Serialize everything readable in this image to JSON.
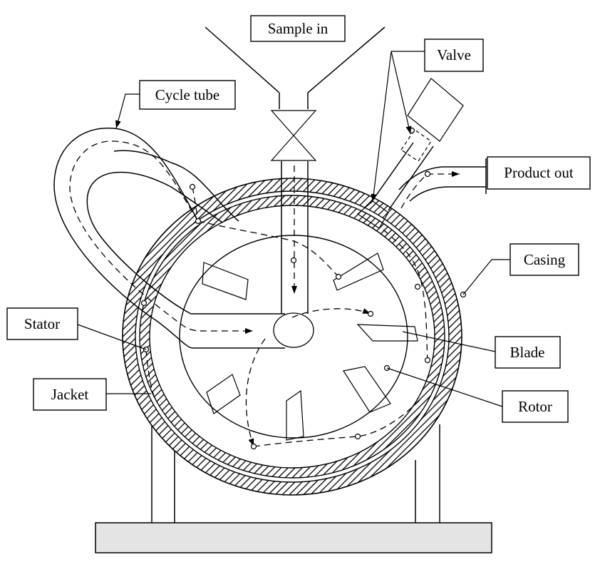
{
  "labels": {
    "sample_in": "Sample in",
    "valve": "Valve",
    "cycle_tube": "Cycle tube",
    "product_out": "Product out",
    "casing": "Casing",
    "stator": "Stator",
    "blade": "Blade",
    "jacket": "Jacket",
    "rotor": "Rotor"
  },
  "colors": {
    "line": "#000000",
    "background": "#ffffff",
    "base": "#e4e4e4"
  }
}
